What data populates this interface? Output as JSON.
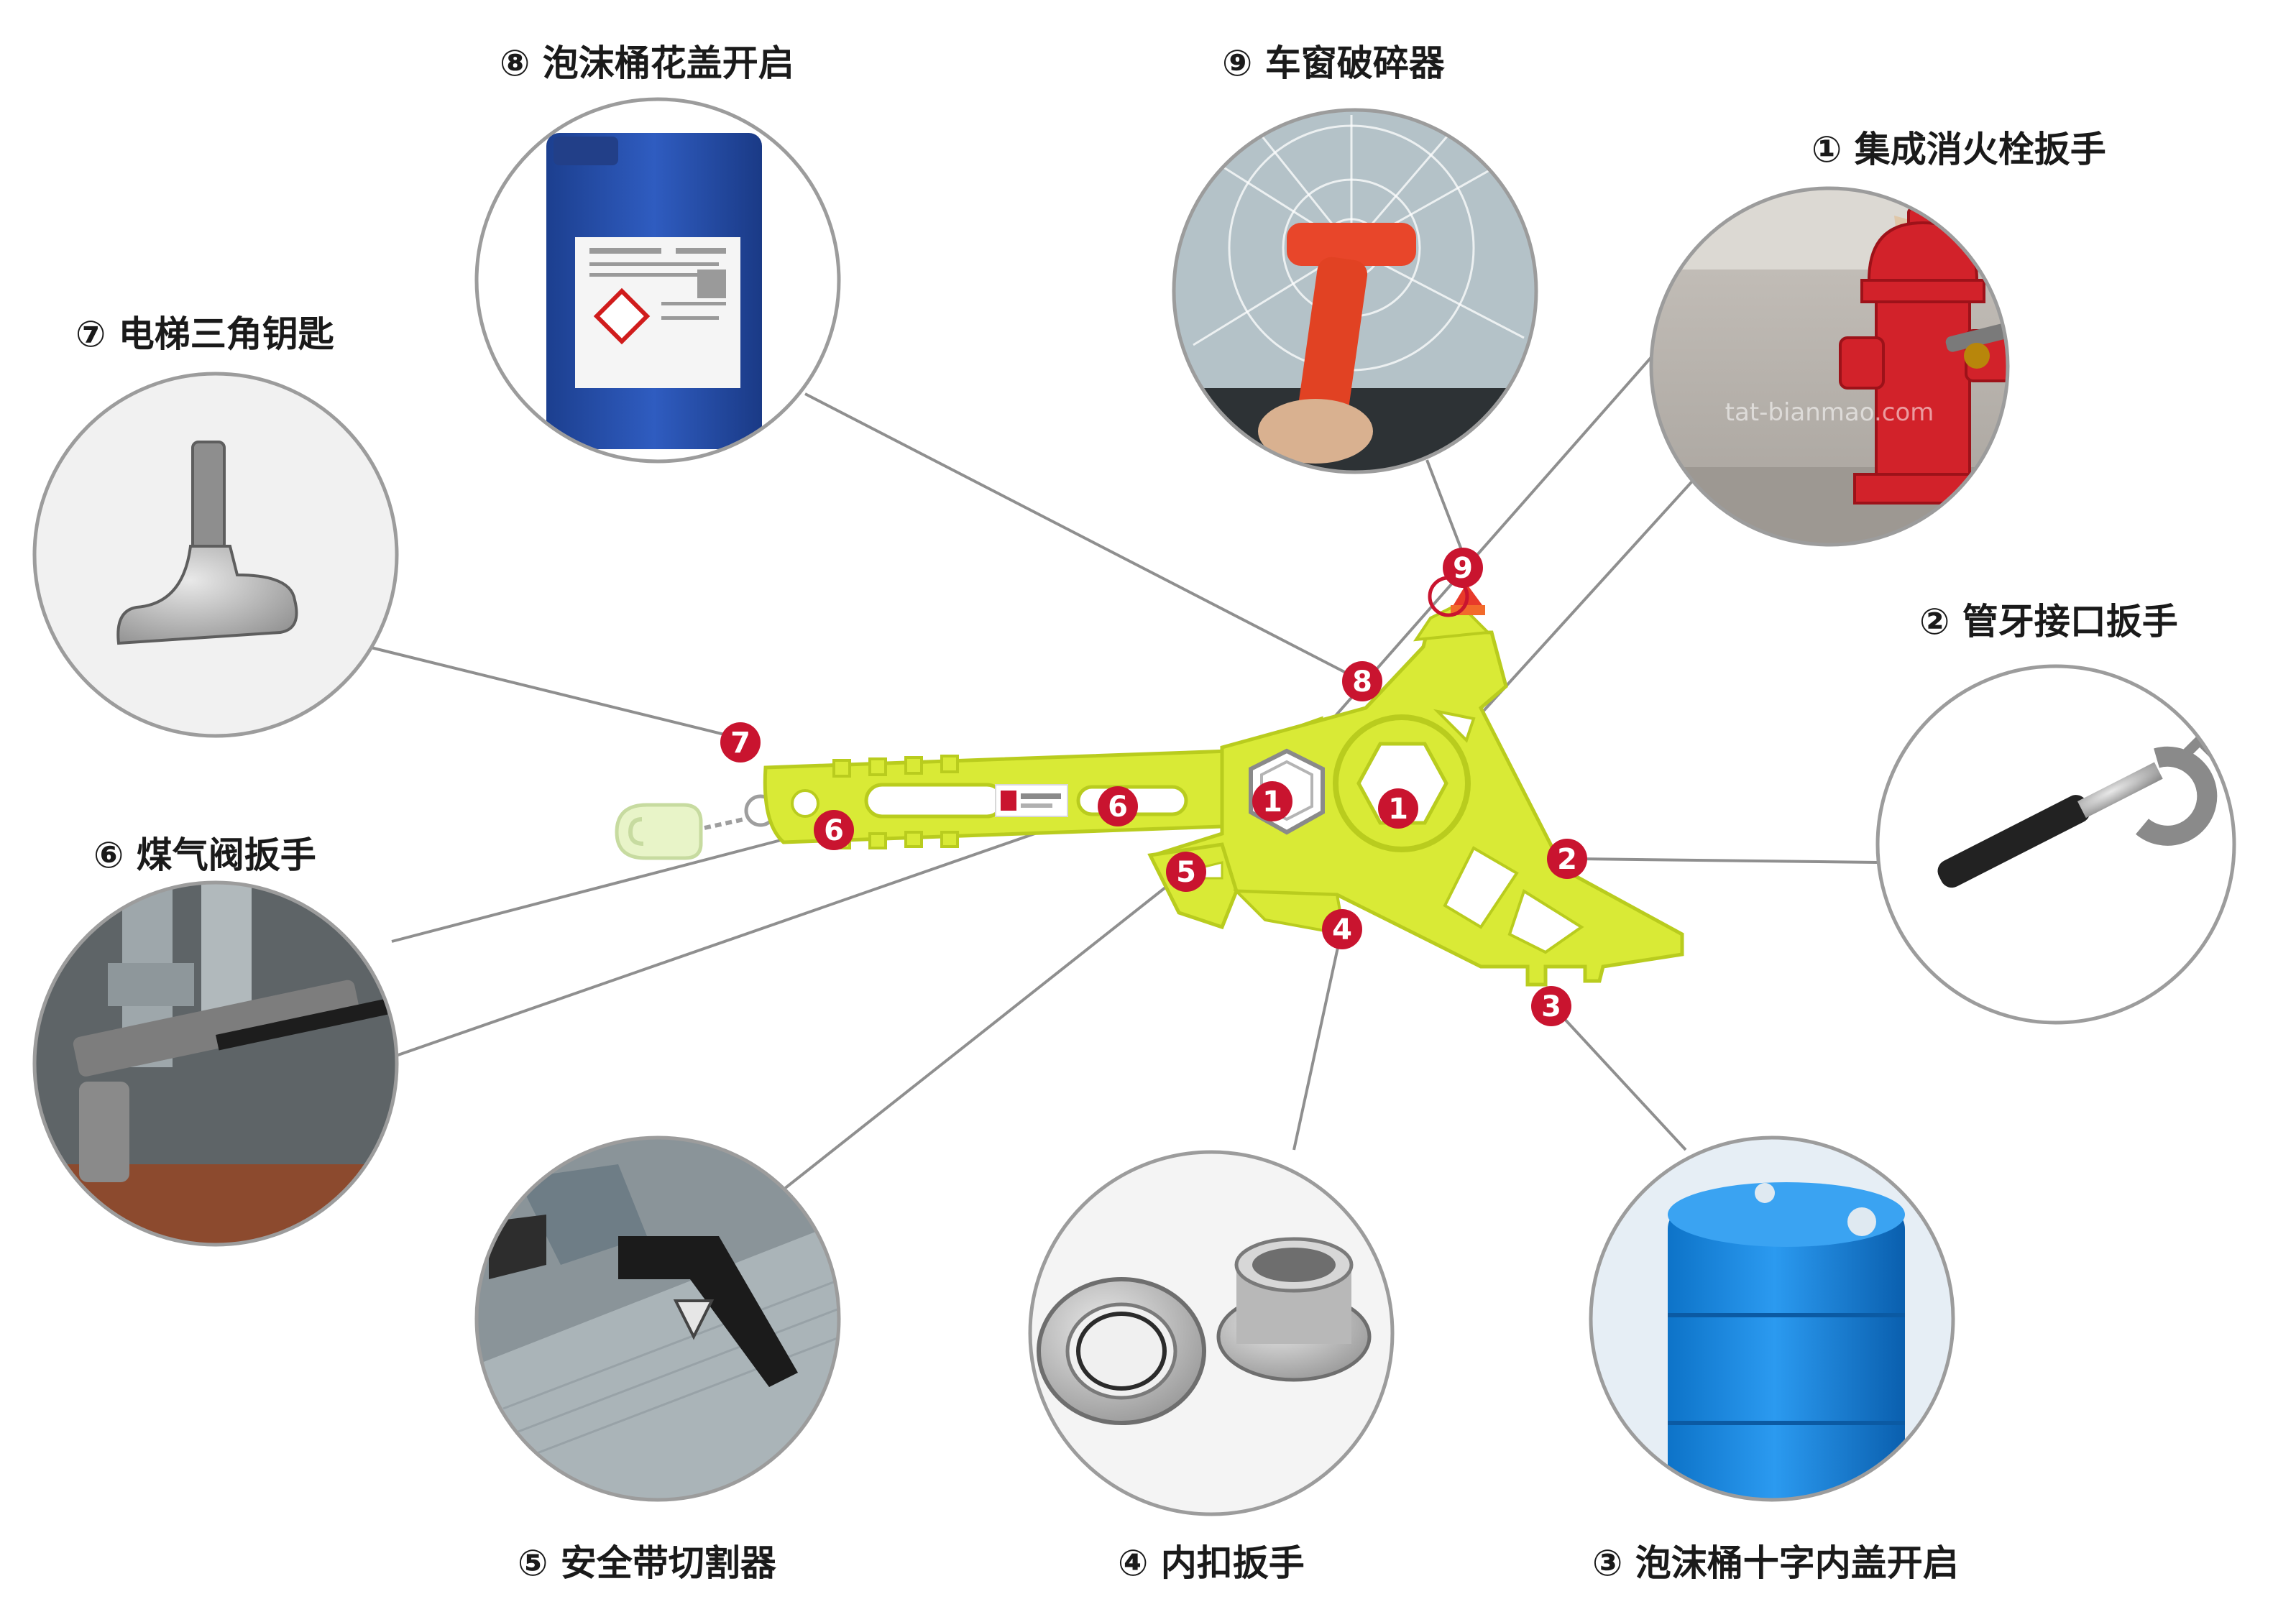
{
  "features": [
    {
      "id": "f1",
      "label": "① 集成消火栓扳手"
    },
    {
      "id": "f2",
      "label": "② 管牙接口扳手"
    },
    {
      "id": "f3",
      "label": "③ 泡沫桶十字内盖开启"
    },
    {
      "id": "f4",
      "label": "④ 内扣扳手"
    },
    {
      "id": "f5",
      "label": "⑤ 安全带切割器"
    },
    {
      "id": "f6",
      "label": "⑥ 煤气阀扳手"
    },
    {
      "id": "f7",
      "label": "⑦ 电梯三角钥匙"
    },
    {
      "id": "f8",
      "label": "⑧ 泡沫桶花盖开启"
    },
    {
      "id": "f9",
      "label": "⑨ 车窗破碎器"
    }
  ],
  "markers": [
    "1",
    "1",
    "2",
    "3",
    "4",
    "5",
    "6",
    "6",
    "7",
    "8",
    "9"
  ],
  "photo_texts": {
    "fire_hydrant_watermark": "tat-bianmao.com"
  },
  "colors": {
    "tool_body": "#d9ea36",
    "tool_edge": "#b9cc1e",
    "marker": "#c9142f",
    "leader": "#8f8f8f",
    "circle_border": "#9c9c9c"
  }
}
